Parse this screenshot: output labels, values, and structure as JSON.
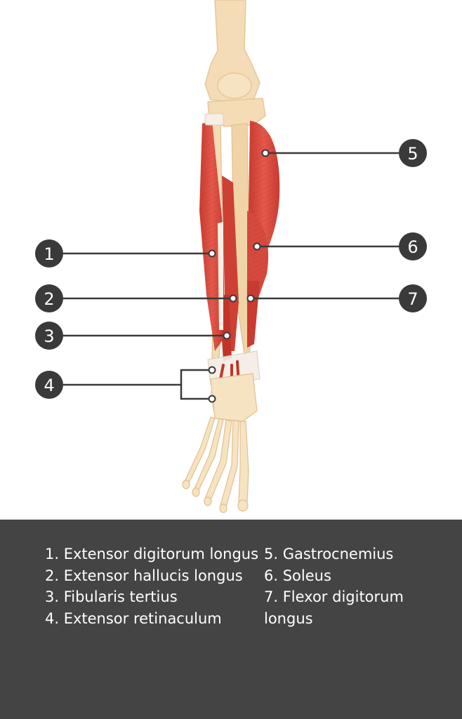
{
  "colors": {
    "muscle": "#d8463a",
    "muscle_dark": "#b42f26",
    "bone": "#f3dcb6",
    "leader": "#3a3a3a",
    "badge": "#3a3a3a",
    "legend_bg": "#444444"
  },
  "callouts": [
    {
      "number": "1"
    },
    {
      "number": "2"
    },
    {
      "number": "3"
    },
    {
      "number": "4"
    },
    {
      "number": "5"
    },
    {
      "number": "6"
    },
    {
      "number": "7"
    }
  ],
  "legend": {
    "left": [
      "1. Extensor digitorum longus",
      "2. Extensor hallucis longus",
      "3. Fibularis tertius",
      "4. Extensor retinaculum"
    ],
    "right": [
      "5. Gastrocnemius",
      "6. Soleus",
      "7. Flexor digitorum longus"
    ]
  }
}
